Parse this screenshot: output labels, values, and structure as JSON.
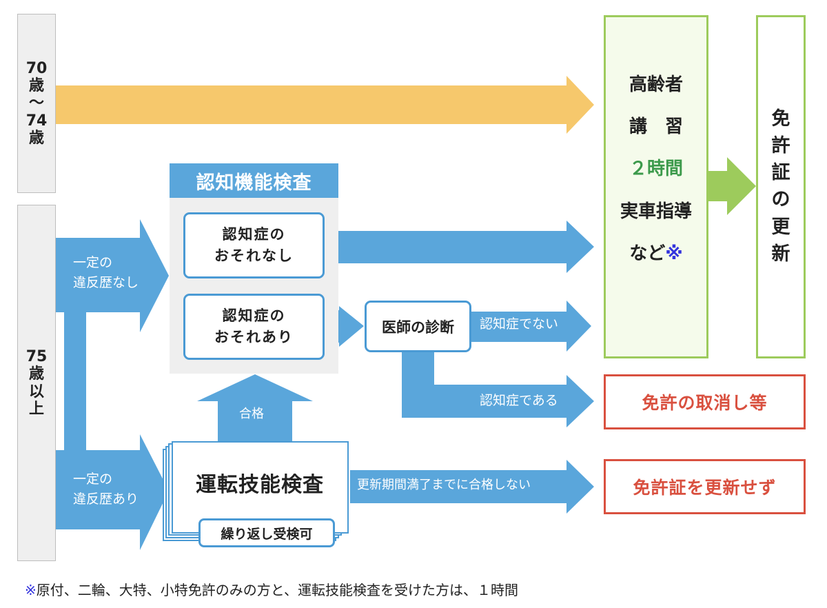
{
  "colors": {
    "blue": "#5aa6db",
    "orange": "#f6c86c",
    "green": "#9dcb5c",
    "red": "#d9503f",
    "green_text": "#3c9a4b",
    "note_mark": "#3333dd"
  },
  "age_groups": {
    "age_70_74": [
      "70",
      "歳",
      "～",
      "74",
      "歳"
    ],
    "age_75_plus": [
      "75",
      "歳",
      "以",
      "上"
    ]
  },
  "branches": {
    "no_violation": [
      "一定の",
      "違反歴なし"
    ],
    "with_violation": [
      "一定の",
      "違反歴あり"
    ]
  },
  "cognitive_test": {
    "title": "認知機能検査",
    "no_risk": [
      "認知症の",
      "おそれなし"
    ],
    "risk": [
      "認知症の",
      "おそれあり"
    ]
  },
  "doctor": {
    "label": "医師の診断",
    "not_dementia": "認知症でない",
    "dementia": "認知症である"
  },
  "driving_test": {
    "title": "運転技能検査",
    "retry": "繰り返し受検可",
    "pass": "合格",
    "fail": "更新期間満了までに合格しない"
  },
  "lecture": {
    "line1": "高齢者",
    "line2": "講　習",
    "line3": "２時間",
    "line4": "実車指導",
    "line5": "など",
    "note_mark": "※"
  },
  "renewal": [
    "免",
    "許",
    "証",
    "の",
    "更",
    "新"
  ],
  "outcomes": {
    "revocation": "免許の取消し等",
    "not_renewed": "免許証を更新せず"
  },
  "footnote": {
    "mark": "※",
    "text": "原付、二輪、大特、小特免許のみの方と、運転技能検査を受けた方は、１時間"
  }
}
